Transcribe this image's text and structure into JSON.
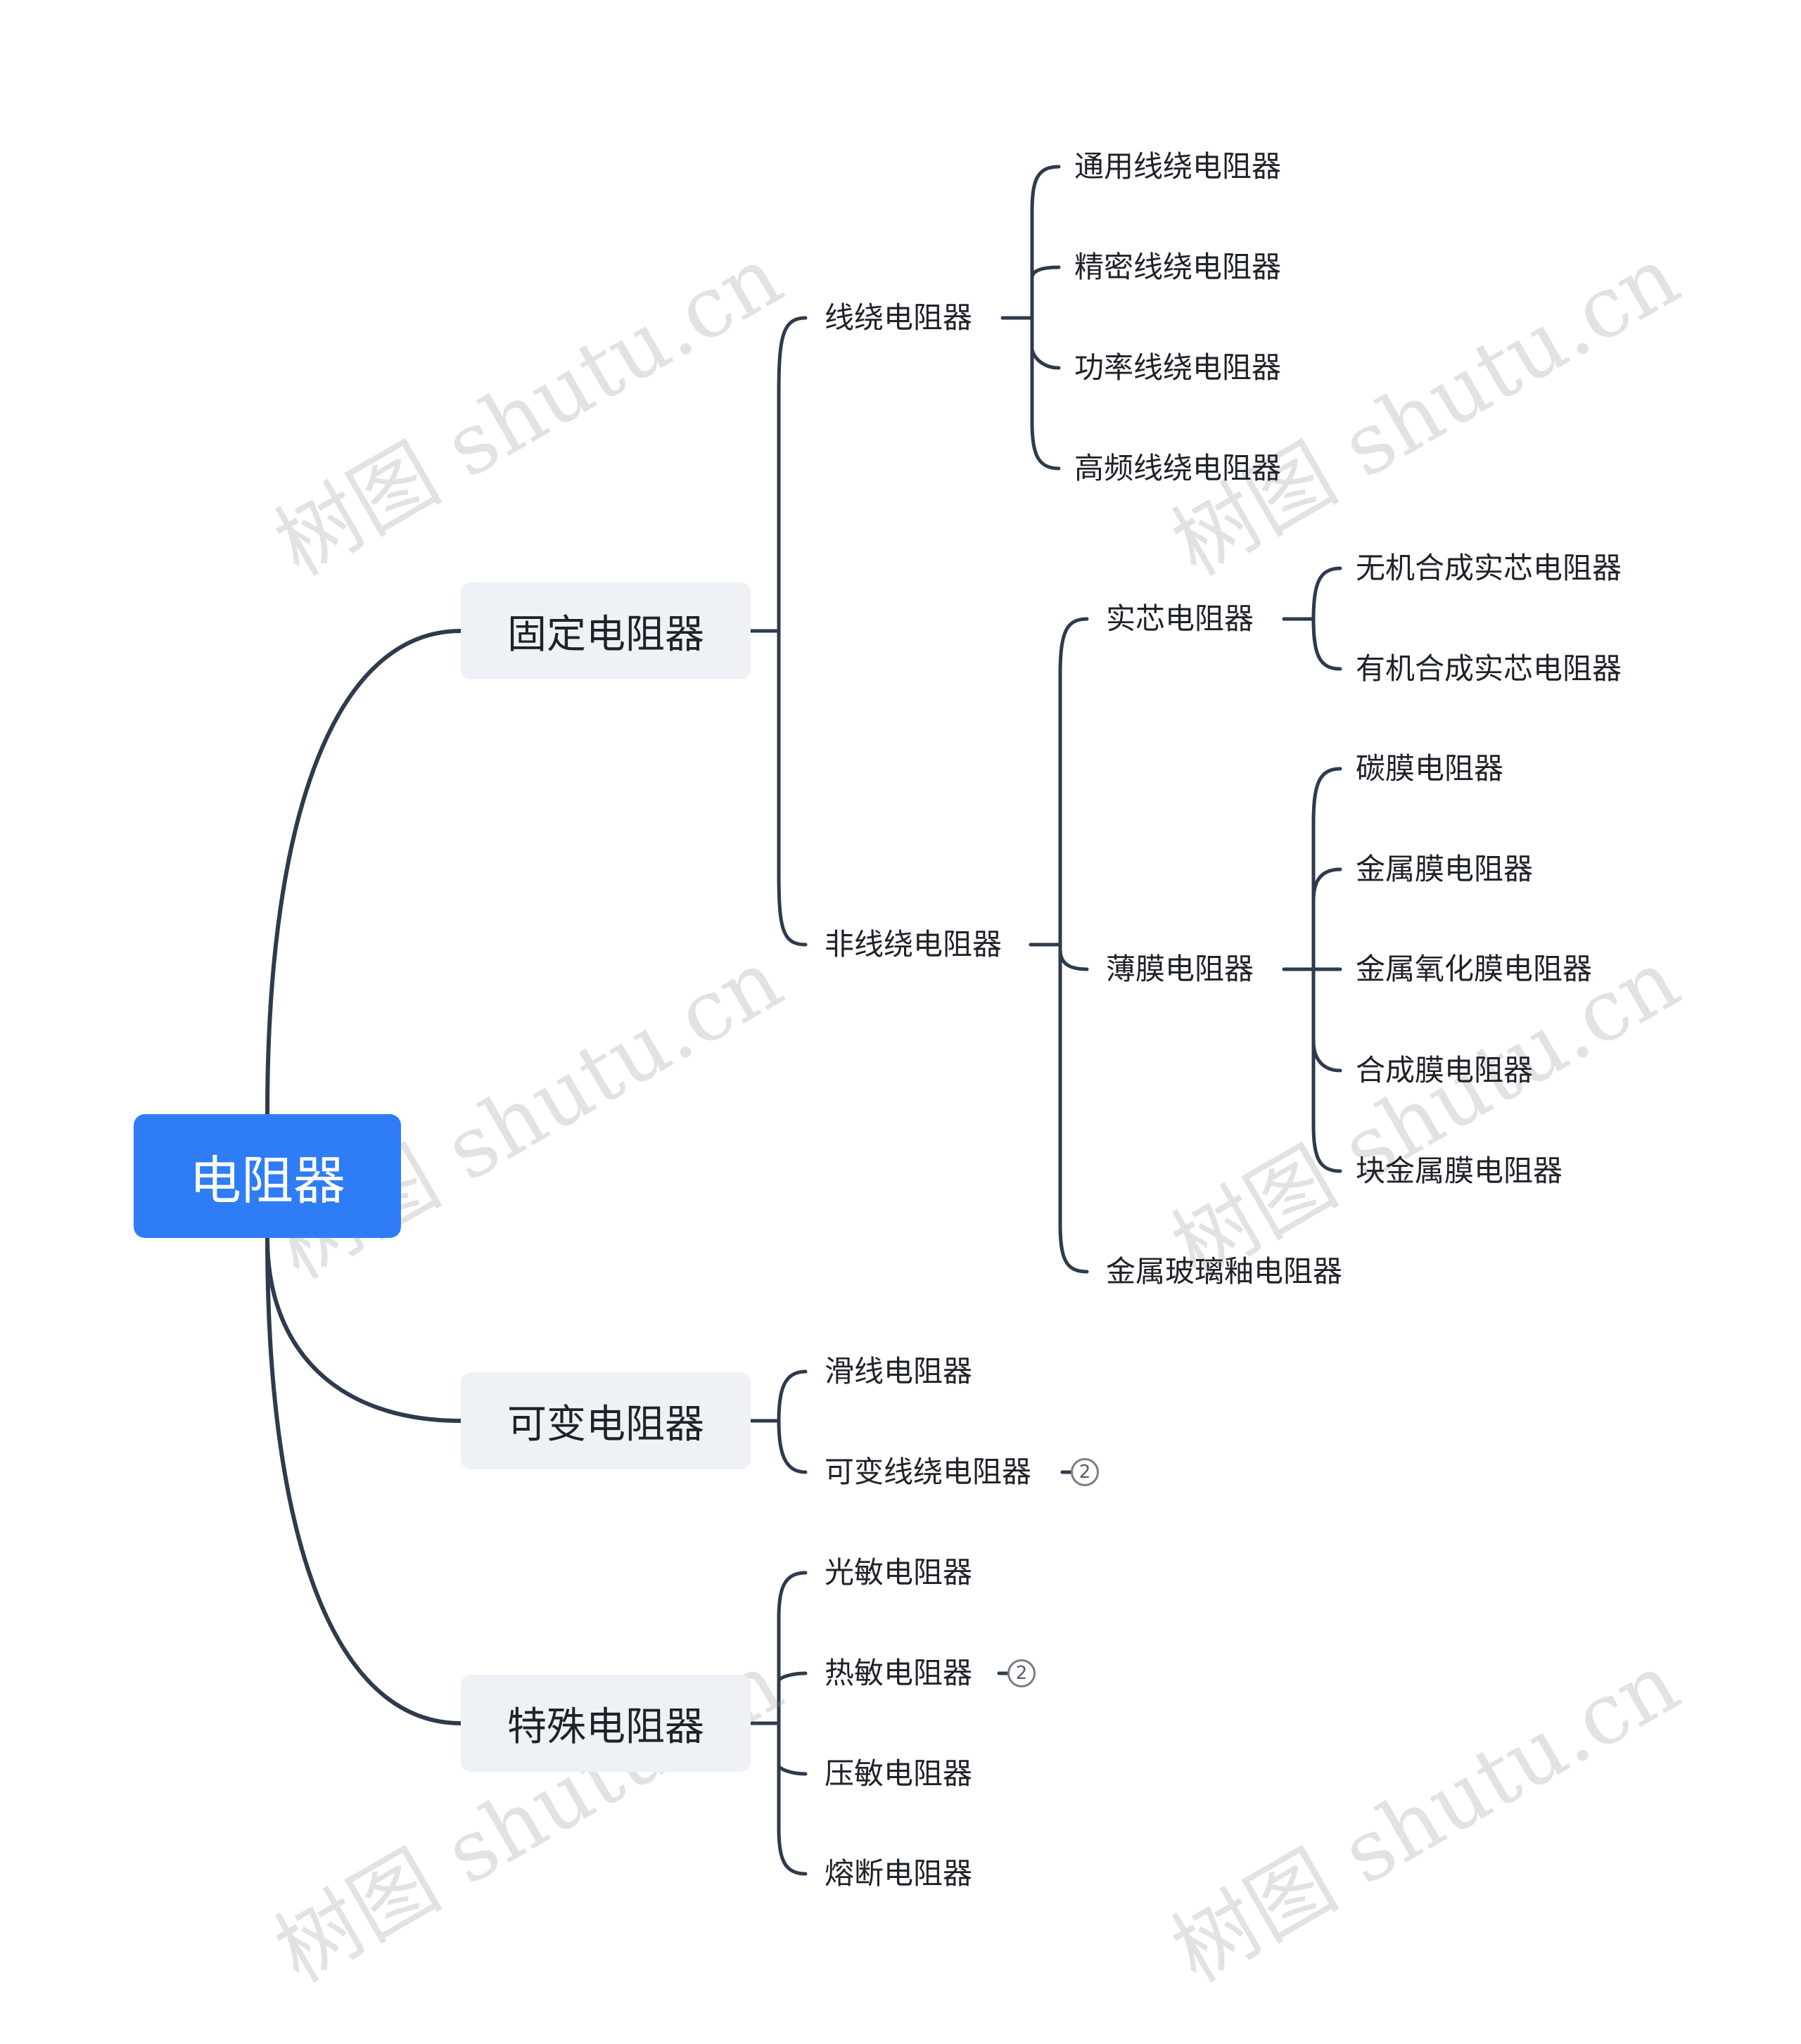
{
  "mindmap": {
    "root": "电阻器",
    "branches": [
      {
        "label": "固定电阻器",
        "children": [
          {
            "label": "线绕电阻器",
            "children": [
              "通用线绕电阻器",
              "精密线绕电阻器",
              "功率线绕电阻器",
              "高频线绕电阻器"
            ]
          },
          {
            "label": "非线绕电阻器",
            "children": [
              {
                "label": "实芯电阻器",
                "children": [
                  "无机合成实芯电阻器",
                  "有机合成实芯电阻器"
                ]
              },
              {
                "label": "薄膜电阻器",
                "children": [
                  "碳膜电阻器",
                  "金属膜电阻器",
                  "金属氧化膜电阻器",
                  "合成膜电阻器",
                  "块金属膜电阻器"
                ]
              },
              {
                "label": "金属玻璃釉电阻器"
              }
            ]
          }
        ]
      },
      {
        "label": "可变电阻器",
        "children": [
          {
            "label": "滑线电阻器"
          },
          {
            "label": "可变线绕电阻器",
            "collapsed_count": "2"
          }
        ]
      },
      {
        "label": "特殊电阻器",
        "children": [
          {
            "label": "光敏电阻器"
          },
          {
            "label": "热敏电阻器",
            "collapsed_count": "2"
          },
          {
            "label": "压敏电阻器"
          },
          {
            "label": "熔断电阻器"
          }
        ]
      }
    ]
  },
  "watermark": "树图 shutu.cn",
  "colors": {
    "root_bg": "#2f7df6",
    "main_bg": "#eef1f5",
    "line": "#2e3b4e",
    "text": "#1f2329"
  }
}
